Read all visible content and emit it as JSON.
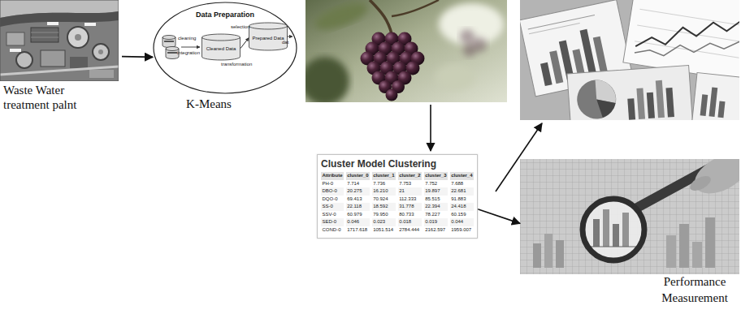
{
  "diagram": {
    "nodes": [
      {
        "text": [
          "Waste Water treatment palnt"
        ]
      },
      {
        "text": [
          "Data Preparation",
          "K-Means"
        ]
      },
      {
        "text": [
          "Cleaned Data"
        ],
        "in": 1
      },
      {
        "text": [
          "Prepared Data"
        ],
        "in": 1
      },
      {
        "text": [
          "Cluster Model Clustering"
        ]
      },
      {
        "text": [
          "Performance Measurement"
        ]
      }
    ],
    "edges": [
      {
        "from": 0,
        "to": 1,
        "arrow": "to"
      },
      {
        "from": 2,
        "to": 3,
        "arrow": "to"
      },
      {
        "from": 4,
        "to": 5,
        "arrow": "to"
      }
    ],
    "labels": [
      "cleaning",
      "integration",
      "selection",
      "transformation",
      "dat",
      "Attribute",
      "cluster_0",
      "cluster_1",
      "cluster_2",
      "cluster_3",
      "cluster_4",
      "PH-0",
      "7.714",
      "7.736",
      "7.753",
      "7.752",
      "7.688",
      "DBO-0",
      "20.275",
      "16.210",
      "21",
      "19.897",
      "22.681",
      "DQO-0",
      "69.413",
      "70.924",
      "112.333",
      "85.515",
      "91.883",
      "SS-0",
      "22.118",
      "18.592",
      "31.778",
      "22.394",
      "24.418",
      "SSV-0",
      "60.979",
      "79.950",
      "80.733",
      "78.227",
      "60.159",
      "SED-0",
      "0.046",
      "0.023",
      "0.018",
      "0.019",
      "0.044",
      "COND-0",
      "1717.618",
      "1051.514",
      "2784.444",
      "2162.597",
      "1959.007"
    ]
  }
}
